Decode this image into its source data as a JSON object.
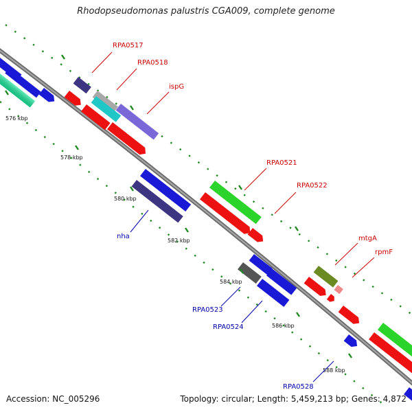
{
  "title": "Rhodopseudomonas palustris CGA009, complete genome",
  "footer": {
    "accession": "Accession: NC_005296",
    "stats": "Topology: circular; Length: 5,459,213 bp; Genes: 4,872"
  },
  "colors": {
    "backbone": "#7f7f7f",
    "tick_major": "#1f8a1f",
    "tick_minor": "#1f8a1f",
    "forward_label": "#cc0000",
    "reverse_label": "#0000aa"
  },
  "scale_ticks": [
    {
      "label": "576 kbp"
    },
    {
      "label": "578 kbp"
    },
    {
      "label": "580 kbp"
    },
    {
      "label": "582 kbp"
    },
    {
      "label": "584 kbp"
    },
    {
      "label": "586 kbp"
    },
    {
      "label": "588 kbp"
    }
  ],
  "gene_labels": [
    {
      "text": "RPA0517",
      "strand": "forward"
    },
    {
      "text": "RPA0518",
      "strand": "forward"
    },
    {
      "text": "ispG",
      "strand": "forward"
    },
    {
      "text": "RPA0521",
      "strand": "forward"
    },
    {
      "text": "RPA0522",
      "strand": "forward"
    },
    {
      "text": "mtgA",
      "strand": "forward"
    },
    {
      "text": "rpmF",
      "strand": "forward"
    },
    {
      "text": "nha",
      "strand": "reverse"
    },
    {
      "text": "RPA0523",
      "strand": "reverse"
    },
    {
      "text": "RPA0524",
      "strand": "reverse"
    },
    {
      "text": "RPA0528",
      "strand": "reverse"
    }
  ]
}
